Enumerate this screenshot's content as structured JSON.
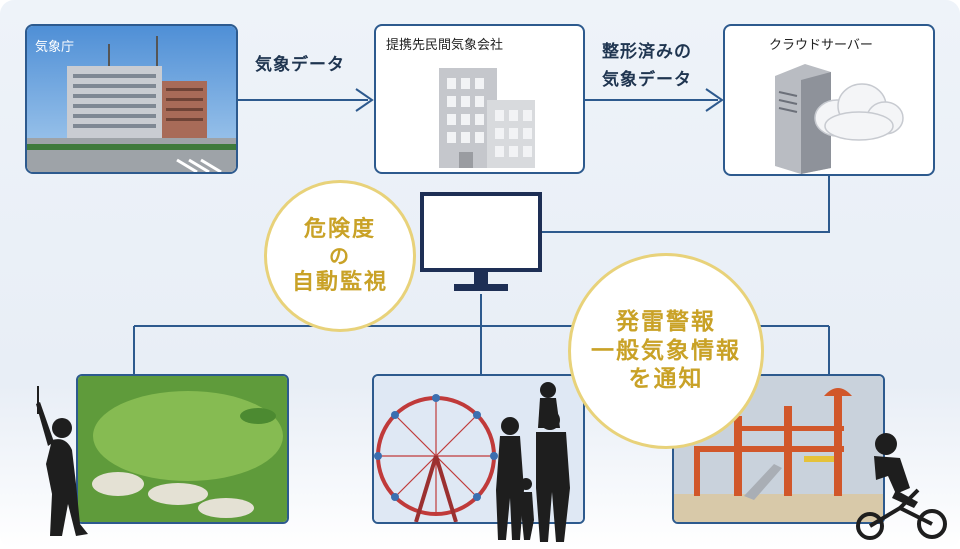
{
  "nodes": {
    "jma": {
      "label": "気象庁"
    },
    "company": {
      "label": "提携先民間気象会社"
    },
    "cloud": {
      "label": "クラウドサーバー"
    }
  },
  "flows": {
    "to_company": "気象データ",
    "to_cloud_line1": "整形済みの",
    "to_cloud_line2": "気象データ"
  },
  "badges": {
    "monitor": {
      "line1": "危険度",
      "line2": "の",
      "line3": "自動監視"
    },
    "notify": {
      "line1": "発雷警報",
      "line2": "一般気象情報",
      "line3": "を通知"
    }
  },
  "icons": {
    "building": "office-building-icon",
    "server": "server-icon",
    "cloud": "cloud-icon",
    "monitor": "monitor-icon"
  },
  "colors": {
    "border": "#2d5a8e",
    "badge_border": "#e8d27a",
    "badge_text": "#c9a227",
    "flow_text": "#1f3550"
  }
}
